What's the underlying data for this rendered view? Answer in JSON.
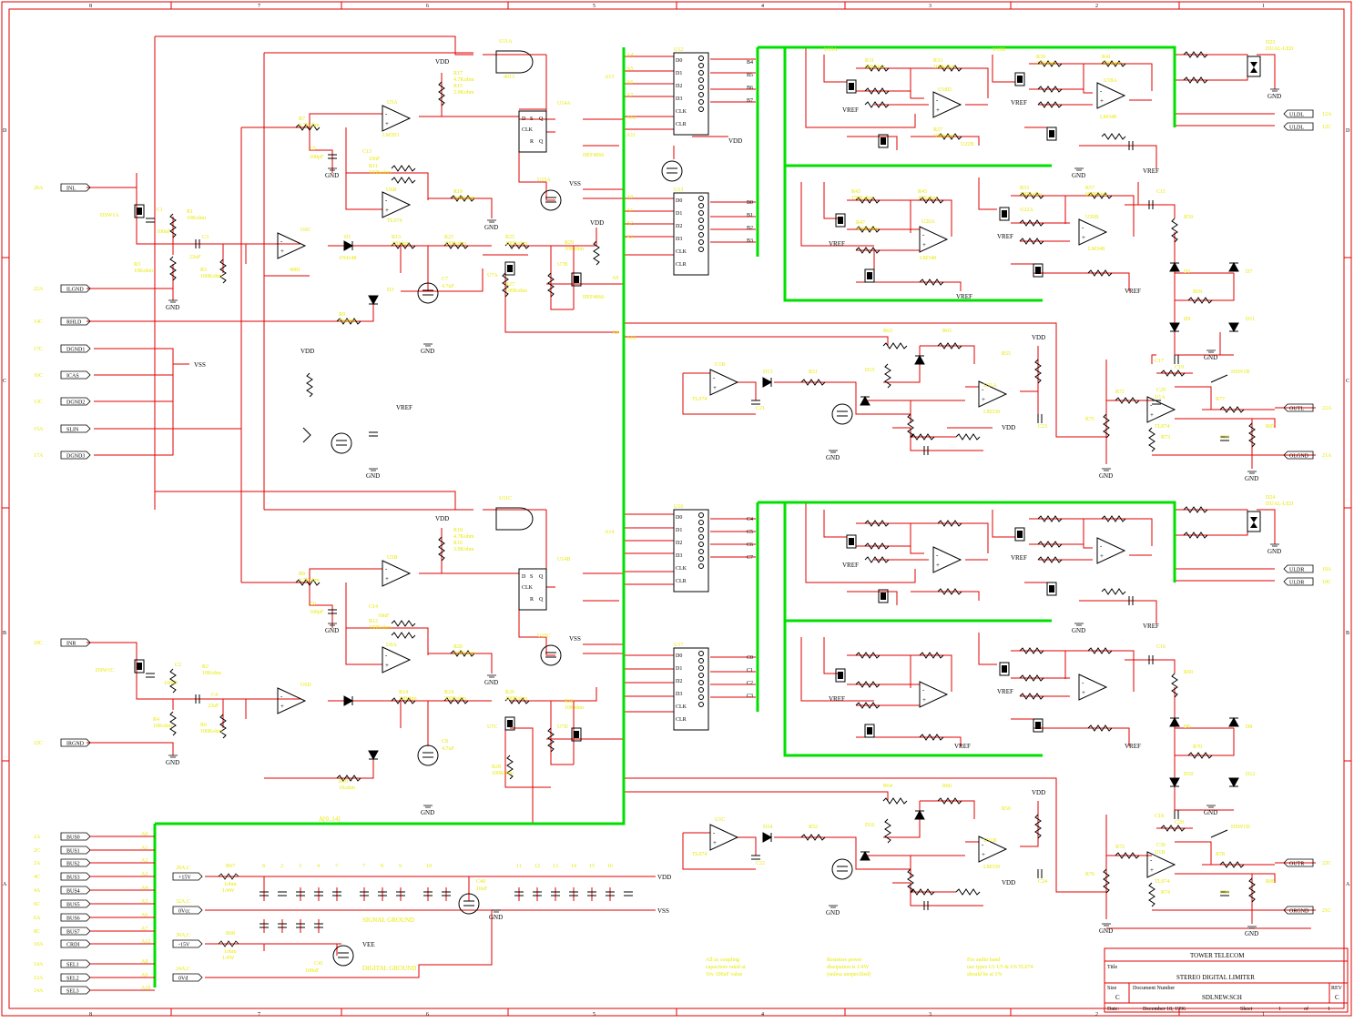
{
  "colors": {
    "wire": "#e00000",
    "bus": "#00e000",
    "label": "#e8e800",
    "component": "#000000",
    "border": "#e00000",
    "background": "#ffffff"
  },
  "border": {
    "top_zones": [
      "8",
      "7",
      "6",
      "5",
      "4",
      "3",
      "2",
      "1"
    ],
    "side_zones": [
      "D",
      "C",
      "B",
      "A"
    ]
  },
  "connectors_left": [
    {
      "pin": "20A",
      "net": "INL"
    },
    {
      "pin": "22A",
      "net": "ILGND"
    },
    {
      "pin": "14C",
      "net": "RHLD"
    },
    {
      "pin": "17C",
      "net": "DGND1"
    },
    {
      "pin": "16C",
      "net": "ICAS"
    },
    {
      "pin": "13C",
      "net": "DGND2"
    },
    {
      "pin": "15A",
      "net": "SLIN"
    },
    {
      "pin": "17A",
      "net": "DGND3"
    },
    {
      "pin": "20C",
      "net": "INR"
    },
    {
      "pin": "22C",
      "net": "IRGND"
    }
  ],
  "bus_connectors": [
    {
      "pin": "2A",
      "net": "BUS0",
      "bus": "A0"
    },
    {
      "pin": "2C",
      "net": "BUS1",
      "bus": "A1"
    },
    {
      "pin": "3A",
      "net": "BUS2",
      "bus": "A2"
    },
    {
      "pin": "4C",
      "net": "BUS3",
      "bus": "A3"
    },
    {
      "pin": "4A",
      "net": "BUS4",
      "bus": "A4"
    },
    {
      "pin": "6C",
      "net": "BUS5",
      "bus": "A5"
    },
    {
      "pin": "6A",
      "net": "BUS6",
      "bus": "A6"
    },
    {
      "pin": "8C",
      "net": "BUS7",
      "bus": "A7"
    },
    {
      "pin": "10A",
      "net": "CRDI",
      "bus": "A12"
    },
    {
      "pin": "14A",
      "net": "SEL1",
      "bus": "A8"
    },
    {
      "pin": "12A",
      "net": "SEL2",
      "bus": "A9"
    },
    {
      "pin": "14A",
      "net": "SEL3",
      "bus": "A10"
    }
  ],
  "connectors_right": [
    {
      "pin": "12A",
      "net": "ULDL"
    },
    {
      "pin": "12C",
      "net": "ULDL"
    },
    {
      "pin": "22A",
      "net": "OUTL"
    },
    {
      "pin": "21A",
      "net": "OLGND"
    },
    {
      "pin": "10A",
      "net": "ULDR"
    },
    {
      "pin": "10C",
      "net": "ULDR"
    },
    {
      "pin": "22C",
      "net": "OUTR"
    },
    {
      "pin": "21C",
      "net": "ORGND"
    }
  ],
  "power_connectors": [
    {
      "pin": "28A,C",
      "net": "+15V",
      "res": "R67",
      "value": "1ohm",
      "power": "1/4W"
    },
    {
      "pin": "32A,C",
      "net": "0Vcc",
      "res": "",
      "value": "",
      "power": ""
    },
    {
      "pin": "30A,C",
      "net": "-15V",
      "res": "R68",
      "value": "1ohm",
      "power": "1/4W"
    },
    {
      "pin": "24A,C",
      "net": "0Vd",
      "res": "",
      "value": "",
      "power": ""
    }
  ],
  "rails": {
    "vdd": "VDD",
    "vss": "VSS",
    "vref": "VREF",
    "vee": "VEE",
    "gnd": "GND"
  },
  "bus_label": "A[0..14]",
  "left_channel": {
    "switch": "DSW1A",
    "caps": [
      "C1",
      "100nF",
      "C3",
      "22uF",
      "C5",
      "100pF",
      "C13",
      "10nF",
      "C7",
      "4.7uF"
    ],
    "resistors": [
      {
        "ref": "R1",
        "value": "10Kohm"
      },
      {
        "ref": "R3",
        "value": "10Kohm"
      },
      {
        "ref": "R5",
        "value": "100Kohm"
      },
      {
        "ref": "R7",
        "value": "4.7Kohm"
      },
      {
        "ref": "R11",
        "value": "100Kohm"
      },
      {
        "ref": "R13",
        "value": "220ohm"
      },
      {
        "ref": "R15",
        "value": "3.9Kohm"
      },
      {
        "ref": "R17",
        "value": "4.7Kohm"
      },
      {
        "ref": "R19",
        "value": "220Kohm"
      },
      {
        "ref": "R23",
        "value": "330Kohm"
      },
      {
        "ref": "R25",
        "value": "100Kohm"
      },
      {
        "ref": "R27",
        "value": "100Kohm"
      },
      {
        "ref": "R29",
        "value": "10Kohm"
      },
      {
        "ref": "R9",
        "value": "1Kohm"
      }
    ],
    "ics": [
      "U5A",
      "U6B",
      "U6C",
      "U11A",
      "U14A",
      "U15A",
      "U7A",
      "U7B"
    ],
    "opamp_parts": [
      "LM393",
      "TL074",
      "4081",
      "4013",
      "HEF4066"
    ],
    "diodes": [
      "D1",
      "D3",
      "1N4148"
    ]
  },
  "right_channel": {
    "switch": "DSW1C",
    "caps": [
      "C2",
      "100nF",
      "C4",
      "22uF",
      "C6",
      "100pF",
      "C14",
      "10nF",
      "C8",
      "4.7uF"
    ],
    "resistors": [
      {
        "ref": "R2",
        "value": "10Kohm"
      },
      {
        "ref": "R4",
        "value": "10Kohm"
      },
      {
        "ref": "R6",
        "value": "100Kohm"
      },
      {
        "ref": "R8",
        "value": "4.7Kohm"
      },
      {
        "ref": "R12",
        "value": "100Kohm"
      },
      {
        "ref": "R14",
        "value": "220ohm"
      },
      {
        "ref": "R16",
        "value": "3.9Kohm"
      },
      {
        "ref": "R18",
        "value": "4.7Kohm"
      },
      {
        "ref": "R20",
        "value": "220Kohm"
      },
      {
        "ref": "R24",
        "value": "330Kohm"
      },
      {
        "ref": "R26",
        "value": "100Kohm"
      },
      {
        "ref": "R28",
        "value": "100Kohm"
      },
      {
        "ref": "R30",
        "value": "10Kohm"
      },
      {
        "ref": "R10",
        "value": "1Kohm"
      }
    ],
    "ics": [
      "U5B",
      "U6A",
      "U6D",
      "U11C",
      "U14B",
      "U15C",
      "U7C",
      "U7D"
    ]
  },
  "latches": [
    {
      "ref": "U12",
      "pins": [
        "D0",
        "D1",
        "D2",
        "D3",
        "CLK",
        "CLR"
      ],
      "outs": [
        "B4",
        "B5",
        "B6",
        "B7"
      ]
    },
    {
      "ref": "U13",
      "pins": [
        "D0",
        "D1",
        "D2",
        "D3",
        "CLK",
        "CLR"
      ],
      "outs": [
        "B0",
        "B1",
        "B2",
        "B3"
      ]
    },
    {
      "ref": "U16",
      "pins": [
        "D0",
        "D1",
        "D2",
        "D3",
        "CLK",
        "CLR"
      ],
      "outs": [
        "C4",
        "C5",
        "C6",
        "C7"
      ]
    },
    {
      "ref": "U17",
      "pins": [
        "D0",
        "D1",
        "D2",
        "D3",
        "CLK",
        "CLR"
      ],
      "outs": [
        "C0",
        "C1",
        "C2",
        "C3"
      ]
    }
  ],
  "address_lines_mid": [
    "A13",
    "A4",
    "A5",
    "A6",
    "A7",
    "A12",
    "A11",
    "A0",
    "A1",
    "A2",
    "A3",
    "A9",
    "A8",
    "A10",
    "A14"
  ],
  "upper_attenuator": {
    "ics": [
      "U18D",
      "U18A",
      "U20A",
      "U20B",
      "U22B",
      "U22A",
      "U19A",
      "U19B"
    ],
    "res": [
      {
        "ref": "R31",
        "value": "56Kohm"
      },
      {
        "ref": "R33",
        "value": "100Kohm"
      },
      {
        "ref": "R37",
        "value": "100Kohm"
      },
      {
        "ref": "R39",
        "value": "27Kohm"
      },
      {
        "ref": "R41",
        "value": "22Kohm"
      },
      {
        "ref": "R43",
        "value": "150Kohm"
      },
      {
        "ref": "R45",
        "value": "47Kohm"
      },
      {
        "ref": "R47",
        "value": "470Kohm"
      },
      {
        "ref": "R53",
        "value": "330Kohm"
      },
      {
        "ref": "R57",
        "value": "680Kohm"
      }
    ],
    "leds": [
      {
        "ref": "D23",
        "label": "DUAL-LED"
      },
      {
        "ref": "D24",
        "label": "DUAL-LED"
      }
    ],
    "opamps": [
      "LM348"
    ]
  },
  "output_stage": {
    "left": {
      "ic": "U1A",
      "part": "TL074",
      "diodes": [
        "D5",
        "D7",
        "D9",
        "D11"
      ],
      "res": [
        "R59",
        "R69",
        "R71",
        "R73",
        "R75",
        "R77",
        "R87"
      ],
      "caps": [
        "C15",
        "C17",
        "C19",
        "C25",
        "C29"
      ]
    },
    "right": {
      "ic": "U1B",
      "part": "TL074",
      "diodes": [
        "D6",
        "D8",
        "D10",
        "D12"
      ],
      "res": [
        "R60",
        "R70",
        "R72",
        "R74",
        "R76",
        "R78",
        "R88"
      ],
      "caps": [
        "C16",
        "C18",
        "C20",
        "C26",
        "C30"
      ]
    },
    "switches": [
      "DSW1B",
      "DSW1D"
    ]
  },
  "detector_stage": {
    "left": [
      "U1B",
      "TL074",
      "D13",
      "D15",
      "R51",
      "R55",
      "R63",
      "R65",
      "C21",
      "C23",
      "U21A",
      "LM339"
    ],
    "right": [
      "U1C",
      "TL074",
      "D14",
      "D16",
      "R52",
      "R56",
      "R64",
      "R66",
      "C22",
      "C24",
      "U21B",
      "LM339"
    ]
  },
  "notes": [
    {
      "line1": "All ac coupling",
      "line2": "capacitors rated at",
      "line3": "16v 100uF value"
    },
    {
      "line1": "Resistors power",
      "line2": "dissipation is 1/4W",
      "line3": "(unless unspecified)"
    },
    {
      "line1": "For audio band",
      "line2": "use types U1 U5 & U6 TL074",
      "line3": "should be at 1%"
    }
  ],
  "decoupling": {
    "label_signal": "SIGNAL GROUND",
    "label_digital": "DIGITAL GROUND",
    "cap_main": "C40",
    "cap_main_value": "10uF",
    "cap_digital": "C41",
    "cap_digital_value": "100uF",
    "top_pins": [
      "8",
      "2",
      "3",
      "4",
      "7",
      "7",
      "8",
      "9",
      "10"
    ],
    "mid_pins": [
      "11",
      "12",
      "13",
      "14",
      "15",
      "16"
    ]
  },
  "title_block": {
    "company": "TOWER TELECOM",
    "title_label": "Title",
    "title": "STEREO DIGITAL LIMITER",
    "size_label": "Size",
    "size": "C",
    "docnum_label": "Document Number",
    "docnum": "SDLNEW.SCH",
    "rev_label": "REV",
    "rev": "C",
    "date_label": "Date:",
    "date": "December 18, 1996",
    "sheet_label": "Sheet",
    "sheet": "1",
    "of_label": "of",
    "of": "1"
  }
}
